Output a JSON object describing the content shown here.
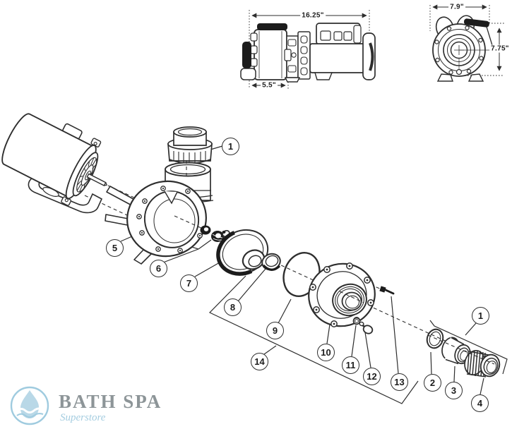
{
  "colors": {
    "line": "#2e2e2e",
    "dark_fill": "#1c1c1c",
    "logo_blue": "#9fcbdf",
    "logo_drop": "#b9d8e7",
    "logo_gray": "#8d9598"
  },
  "top_drawings": {
    "side_view": {
      "overall_width": "16.25\"",
      "wet_end_width": "5.5\""
    },
    "front_view": {
      "overall_width": "7.9\"",
      "overall_height": "7.75\""
    }
  },
  "callouts": [
    {
      "label": "1",
      "part": "union-fitting-top"
    },
    {
      "label": "2",
      "part": "union-o-ring"
    },
    {
      "label": "3",
      "part": "union-tailpiece"
    },
    {
      "label": "4",
      "part": "union-nut"
    },
    {
      "label": "5",
      "part": "motor"
    },
    {
      "label": "6",
      "part": "shaft-seal"
    },
    {
      "label": "7",
      "part": "impeller"
    },
    {
      "label": "8",
      "part": "wear-ring"
    },
    {
      "label": "9",
      "part": "volute-o-ring"
    },
    {
      "label": "10",
      "part": "faceplate"
    },
    {
      "label": "11",
      "part": "drain-plug-o-ring"
    },
    {
      "label": "12",
      "part": "drain-plug"
    },
    {
      "label": "13",
      "part": "face-screw"
    },
    {
      "label": "14",
      "part": "wet-end-assembly"
    },
    {
      "label": "1",
      "part": "union-assembly-right"
    }
  ],
  "logo": {
    "name": "BATH SPA",
    "tagline": "Superstore"
  }
}
